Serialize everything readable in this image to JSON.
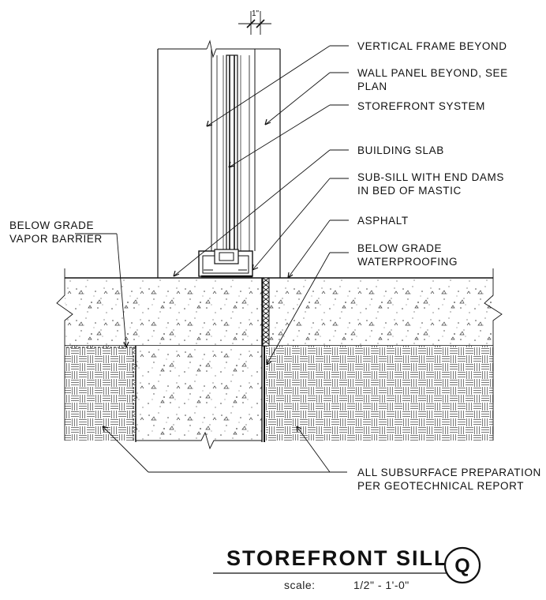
{
  "dimension": {
    "label": "1\""
  },
  "annotations": {
    "vertical_frame": "VERTICAL FRAME BEYOND",
    "wall_panel_1": "WALL PANEL BEYOND, SEE",
    "wall_panel_2": "PLAN",
    "storefront_system": "STOREFRONT SYSTEM",
    "building_slab": "BUILDING SLAB",
    "sub_sill_1": "SUB-SILL WITH END DAMS",
    "sub_sill_2": "IN BED OF MASTIC",
    "asphalt": "ASPHALT",
    "waterproofing_1": "BELOW GRADE",
    "waterproofing_2": "WATERPROOFING",
    "vapor_barrier_1": "BELOW GRADE",
    "vapor_barrier_2": "VAPOR BARRIER",
    "subsurface_1": "ALL SUBSURFACE PREPARATION",
    "subsurface_2": "PER GEOTECHNICAL REPORT"
  },
  "title_block": {
    "title": "STOREFRONT SILL",
    "detail_mark": "Q",
    "scale_label": "scale:",
    "scale_value": "1/2\" - 1'-0\""
  }
}
